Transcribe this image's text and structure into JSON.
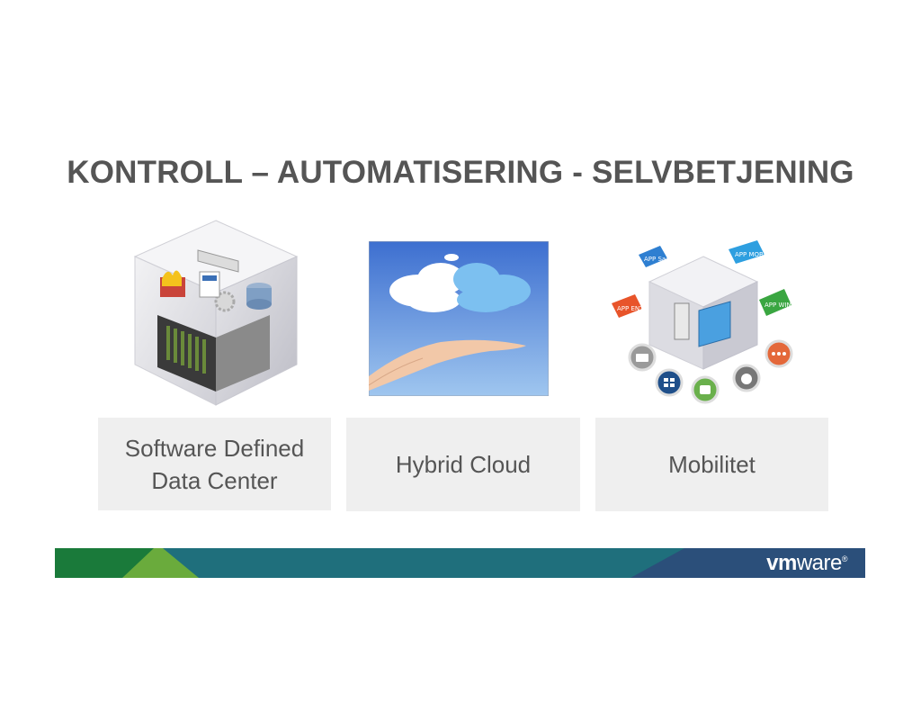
{
  "title": "KONTROLL – AUTOMATISERING - SELVBETJENING",
  "cards": [
    {
      "line1": "Software Defined",
      "line2": "Data Center"
    },
    {
      "label": "Hybrid Cloud"
    },
    {
      "label": "Mobilitet"
    }
  ],
  "footer": {
    "logo_vm": "vm",
    "logo_ware": "ware",
    "logo_reg": "®",
    "colors": [
      "#1a7a3a",
      "#6aab3c",
      "#1f6f7c",
      "#2b4f7a"
    ]
  },
  "mobile_badges": [
    "APP SaaS",
    "APP MOBILE",
    "APP ENT",
    "APP WIN"
  ],
  "mobile_badges_colors": [
    "#2e7fd1",
    "#2e9fe0",
    "#e8542a",
    "#3aa641"
  ]
}
